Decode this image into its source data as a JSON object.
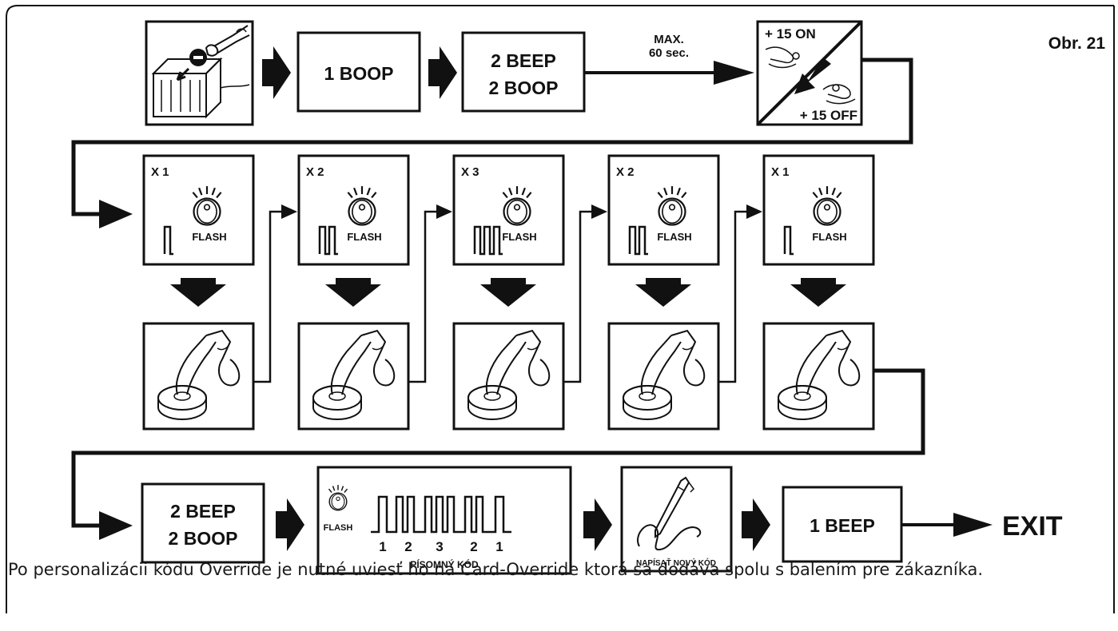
{
  "figure_label": "Obr. 21",
  "row1": {
    "step1": "1 BOOP",
    "step2_line1": "2 BEEP",
    "step2_line2": "2 BOOP",
    "timer_line1": "MAX.",
    "timer_line2": "60 sec.",
    "ignition_on": "+ 15 ON",
    "ignition_off": "+ 15 OFF"
  },
  "row2": {
    "flash_label": "FLASH",
    "counts": [
      "X 1",
      "X 2",
      "X 3",
      "X 2",
      "X 1"
    ]
  },
  "row3": {
    "step1_line1": "2 BEEP",
    "step1_line2": "2 BOOP",
    "flash_label": "FLASH",
    "code_digits": [
      "1",
      "2",
      "3",
      "2",
      "1"
    ],
    "code_caption": "PÍSOMNÝ KÓD",
    "write_caption": "NAPÍSAŤ NOVÝ KÓD",
    "final_beep": "1 BEEP",
    "exit_label": "EXIT"
  },
  "caption": "Po personalizácii kódu Override je nutné uviesť ho na Card-Override ktorá sa dodáva spolu s balením pre zákazníka."
}
